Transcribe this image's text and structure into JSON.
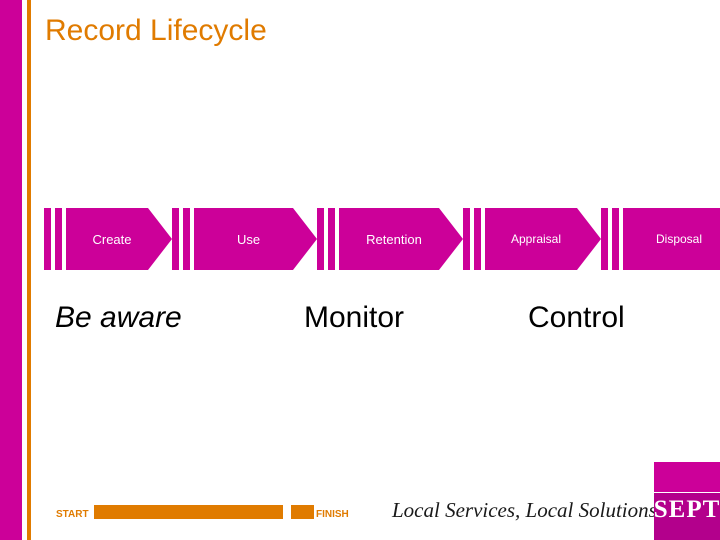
{
  "slide": {
    "title": "Record Lifecycle",
    "accent_magenta": "#cc0099",
    "accent_orange": "#e07b00"
  },
  "process": {
    "steps": [
      {
        "label": "Create",
        "font_size": "13px"
      },
      {
        "label": "Use",
        "font_size": "13px"
      },
      {
        "label": "Retention",
        "font_size": "13px"
      },
      {
        "label": "Appraisal",
        "font_size": "12px"
      },
      {
        "label": "Disposal",
        "font_size": "12px"
      }
    ]
  },
  "captions": [
    {
      "text": "Be aware",
      "style": "italic-first"
    },
    {
      "text": "Monitor",
      "style": "plain"
    },
    {
      "text": "Control",
      "style": "plain"
    }
  ],
  "footer": {
    "start_label": "START",
    "finish_label": "FINISH",
    "tagline": "Local Services, Local Solutions",
    "logo_text": "SEPT"
  }
}
